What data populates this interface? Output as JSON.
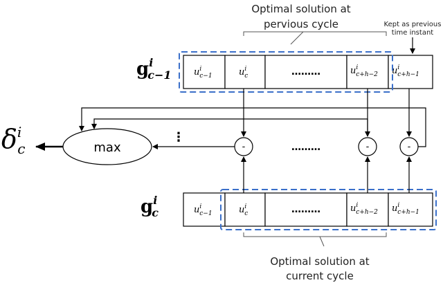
{
  "labels": {
    "top_caption_line1": "Optimal solution at",
    "top_caption_line2": "pervious cycle",
    "kept_line1": "Kept as previous",
    "kept_line2": "time instant",
    "bottom_caption_line1": "Optimal solution at",
    "bottom_caption_line2": "current cycle",
    "max": "max",
    "minus": "-",
    "hdots": "………",
    "vdots": "⋮"
  },
  "vectors": {
    "top": {
      "main": "g",
      "sup": "i",
      "sub": "c−1"
    },
    "bottom": {
      "main": "g",
      "sup": "i",
      "sub": "c"
    }
  },
  "output": {
    "main": "δ",
    "sup": "i",
    "sub": "c"
  },
  "top_cells": [
    {
      "base": "u",
      "sup": "i",
      "sub": "c−1"
    },
    {
      "base": "u",
      "sup": "i",
      "sub": "c"
    },
    {
      "dots": "………"
    },
    {
      "base": "u",
      "sup": "i",
      "sub": "c+h−2"
    },
    {
      "base": "u",
      "sup": "i",
      "sub": "c+h−1"
    }
  ],
  "bottom_cells": [
    {
      "base": "u",
      "sup": "i",
      "sub": "c−1"
    },
    {
      "base": "u",
      "sup": "i",
      "sub": "c"
    },
    {
      "dots": "………"
    },
    {
      "base": "u",
      "sup": "i",
      "sub": "c+h−2"
    },
    {
      "base": "u",
      "sup": "i",
      "sub": "c+h−1"
    }
  ],
  "colors": {
    "dashed_box": "#3a6fc9",
    "line": "#000000"
  }
}
